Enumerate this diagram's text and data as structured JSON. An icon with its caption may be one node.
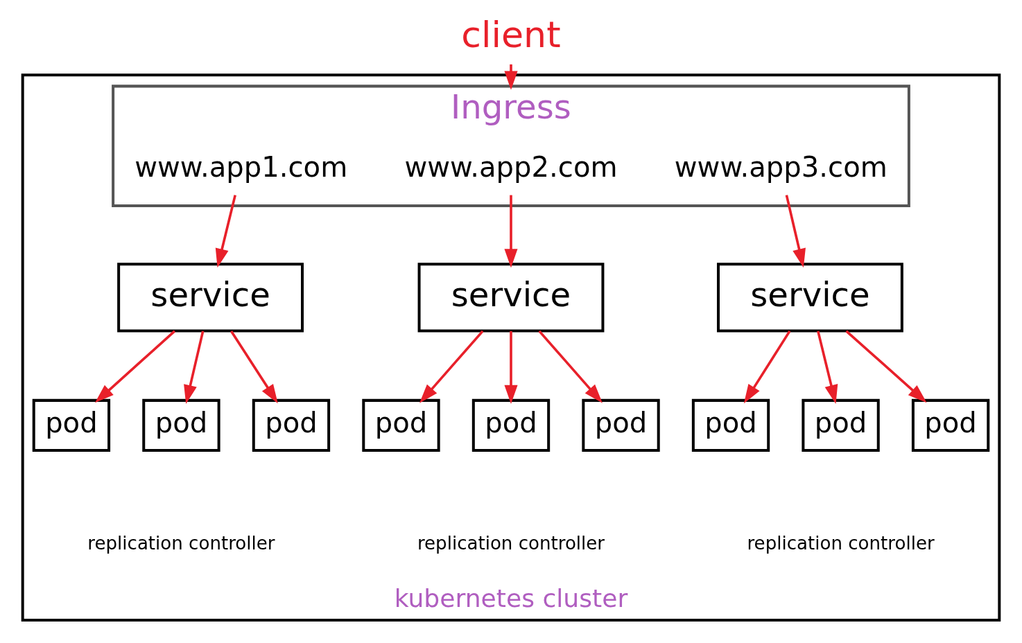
{
  "diagram": {
    "nodes": [
      {
        "text": [
          "client"
        ]
      },
      {
        "text": [
          "kubernetes cluster"
        ]
      },
      {
        "text": [
          "Ingress"
        ],
        "in": 1
      },
      {
        "text": [
          "www.app1.com"
        ],
        "in": 2
      },
      {
        "text": [
          "www.app2.com"
        ],
        "in": 2
      },
      {
        "text": [
          "www.app3.com"
        ],
        "in": 2
      },
      {
        "text": [
          "service"
        ],
        "in": 1
      },
      {
        "text": [
          "service"
        ],
        "in": 1
      },
      {
        "text": [
          "service"
        ],
        "in": 1
      },
      {
        "text": [
          "pod"
        ],
        "in": 1
      },
      {
        "text": [
          "pod"
        ],
        "in": 1
      },
      {
        "text": [
          "pod"
        ],
        "in": 1
      },
      {
        "text": [
          "pod"
        ],
        "in": 1
      },
      {
        "text": [
          "pod"
        ],
        "in": 1
      },
      {
        "text": [
          "pod"
        ],
        "in": 1
      },
      {
        "text": [
          "pod"
        ],
        "in": 1
      },
      {
        "text": [
          "pod"
        ],
        "in": 1
      },
      {
        "text": [
          "pod"
        ],
        "in": 1
      }
    ],
    "edges": [
      {
        "from": 0,
        "to": 2,
        "arrow": "to"
      },
      {
        "from": 3,
        "to": 6,
        "arrow": "to"
      },
      {
        "from": 4,
        "to": 7,
        "arrow": "to"
      },
      {
        "from": 5,
        "to": 8,
        "arrow": "to"
      },
      {
        "from": 6,
        "to": 9,
        "arrow": "to"
      },
      {
        "from": 6,
        "to": 10,
        "arrow": "to"
      },
      {
        "from": 6,
        "to": 11,
        "arrow": "to"
      },
      {
        "from": 7,
        "to": 12,
        "arrow": "to"
      },
      {
        "from": 7,
        "to": 13,
        "arrow": "to"
      },
      {
        "from": 7,
        "to": 14,
        "arrow": "to"
      },
      {
        "from": 8,
        "to": 15,
        "arrow": "to"
      },
      {
        "from": 8,
        "to": 16,
        "arrow": "to"
      },
      {
        "from": 8,
        "to": 17,
        "arrow": "to"
      }
    ],
    "labels": [
      "replication controller",
      "replication controller",
      "replication controller"
    ]
  }
}
